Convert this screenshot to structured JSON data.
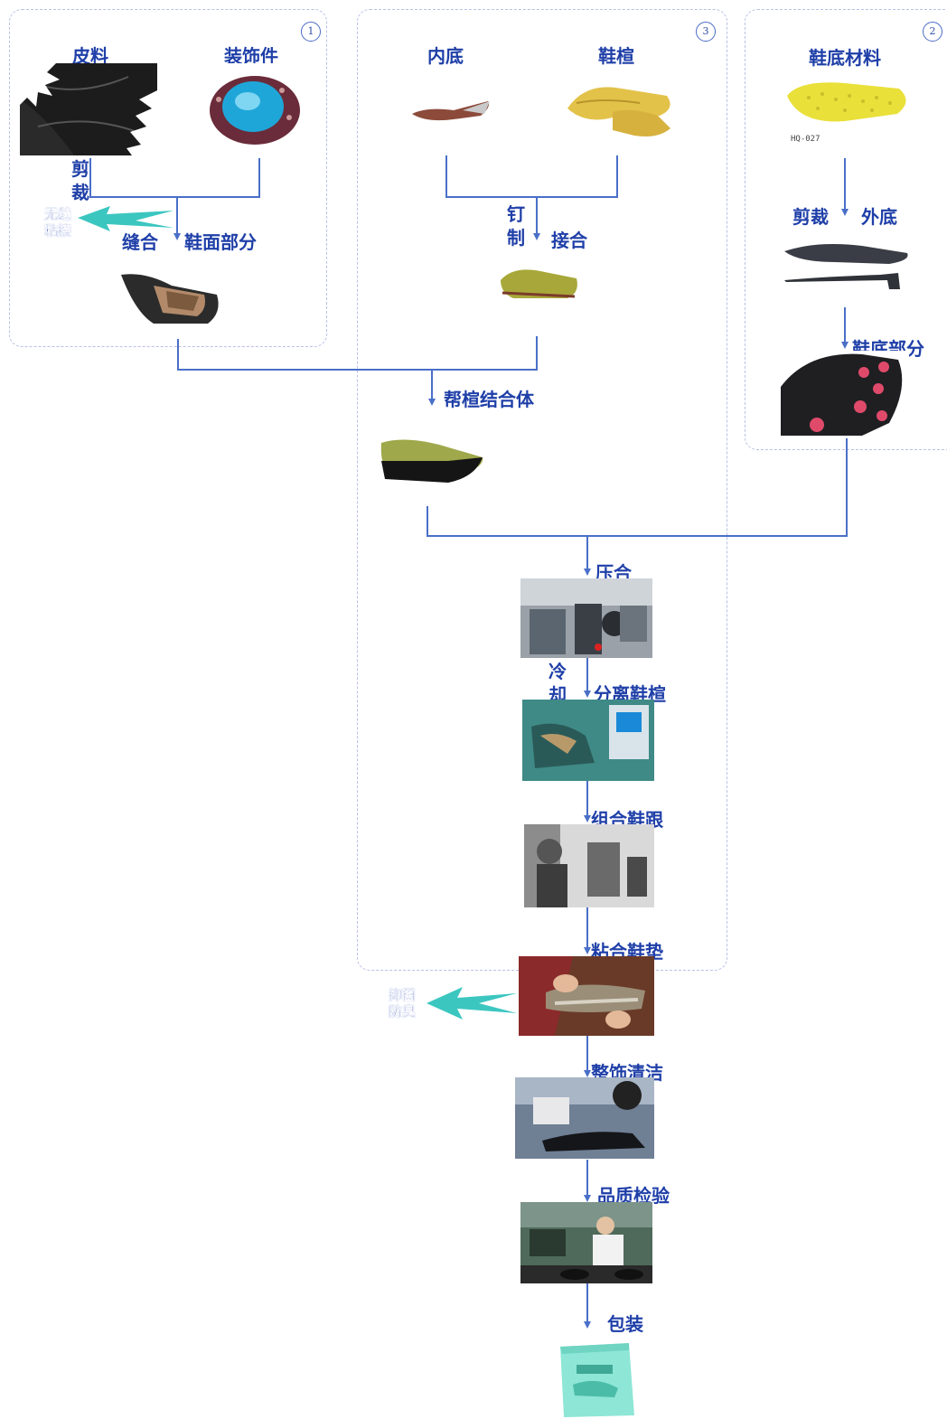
{
  "groups": [
    {
      "badge": "1"
    },
    {
      "badge": "3"
    },
    {
      "badge": "2"
    }
  ],
  "labels": {
    "leather": "皮料",
    "accessory": "装饰件",
    "cut_left": "剪裁",
    "sew": "缝合",
    "upper_part": "鞋面部分",
    "seamless": "无缝粘接",
    "insole": "内底",
    "last": "鞋楦",
    "nail": "钉制",
    "join": "接合",
    "sole_material": "鞋底材料",
    "cut_right": "剪裁",
    "outsole": "外底",
    "sole_part": "鞋底部分",
    "upper_last_body": "帮楦结合体",
    "press": "压合",
    "cool": "冷却",
    "separate_last": "分离鞋楦",
    "assemble_heel": "组合鞋跟",
    "glue_insole": "粘合鞋垫",
    "antibacterial": "抑菌防臭",
    "finish_clean": "整饰清洁",
    "quality_check": "品质检验",
    "packaging": "包装"
  },
  "image_text": {
    "sole_code": "HQ-027"
  },
  "colors": {
    "flow_line": "#4a6fc8",
    "side_arrow": "#3cc6c0",
    "label": "#1f3fa8",
    "dashed_border": "#b9bfe6"
  }
}
